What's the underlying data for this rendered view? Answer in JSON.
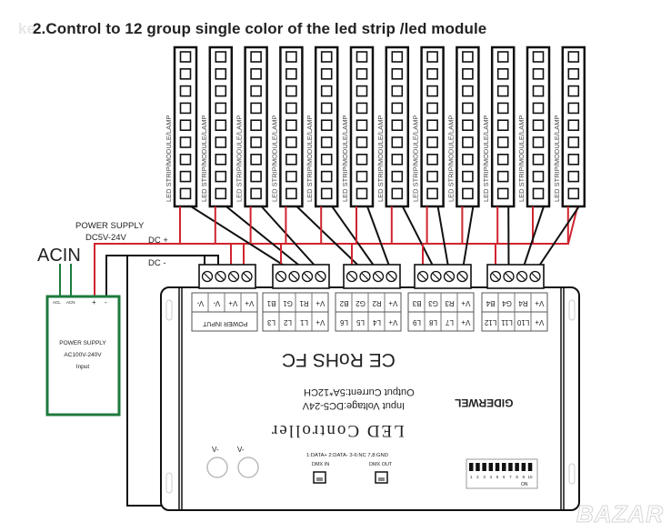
{
  "title": "2.Control to 12 group single color of the led strip /led module",
  "watermark_top_left": "ke",
  "watermark_bottom_right": "BAZAR",
  "colors": {
    "dc_positive_wire": "#d0242f",
    "ac_wire": "#1e7a3c",
    "dc_negative_wire": "#111111",
    "outline": "#111111"
  },
  "led_strip_label": "LED STRIP/MODULE/LAMP",
  "led_strip_count": 12,
  "leds_per_strip": 9,
  "power_supply_top_label": "POWER SUPPLY",
  "power_supply_voltage": "DC5V-24V",
  "dc_plus_label": "DC +",
  "dc_minus_label": "DC -",
  "acin_label": "ACIN",
  "psu": {
    "terminals": [
      "ACL",
      "ACN",
      "+",
      "-"
    ],
    "line1": "POWER SUPPLY",
    "line2": "AC100V-240V",
    "line3": "Input"
  },
  "terminal_blocks": [
    {
      "top": [
        "V+",
        "V+",
        "V-",
        "V-"
      ],
      "bottom": "POWER INPUT"
    },
    {
      "top": [
        "V+",
        "R1",
        "G1",
        "B1"
      ],
      "bottom": [
        "V+",
        "L1",
        "L2",
        "L3"
      ]
    },
    {
      "top": [
        "V+",
        "R2",
        "G2",
        "B2"
      ],
      "bottom": [
        "V+",
        "L4",
        "L5",
        "L6"
      ]
    },
    {
      "top": [
        "V+",
        "R3",
        "G3",
        "B3"
      ],
      "bottom": [
        "V+",
        "L7",
        "L8",
        "L9"
      ]
    },
    {
      "top": [
        "V+",
        "R4",
        "G4",
        "B4"
      ],
      "bottom": [
        "V+",
        "L10",
        "L11",
        "L12"
      ]
    }
  ],
  "controller": {
    "certifications": "CE RoHS FC",
    "brand": "GIDERWEL",
    "input_voltage": "Input Voltage:DC5-24V",
    "output_current": "Output Current:5A*12CH",
    "name": "LED Controller",
    "vminus_labels": [
      "V-",
      "V-"
    ],
    "dmx_pinout": "1:DATA+  2:DATA-  3-6:NC  7,8:GND",
    "dmx_in": "DMX IN",
    "dmx_out": "DMX OUT",
    "dip_numbers": [
      "1",
      "2",
      "3",
      "4",
      "5",
      "6",
      "7",
      "8",
      "9",
      "10"
    ],
    "dip_on": "ON"
  }
}
